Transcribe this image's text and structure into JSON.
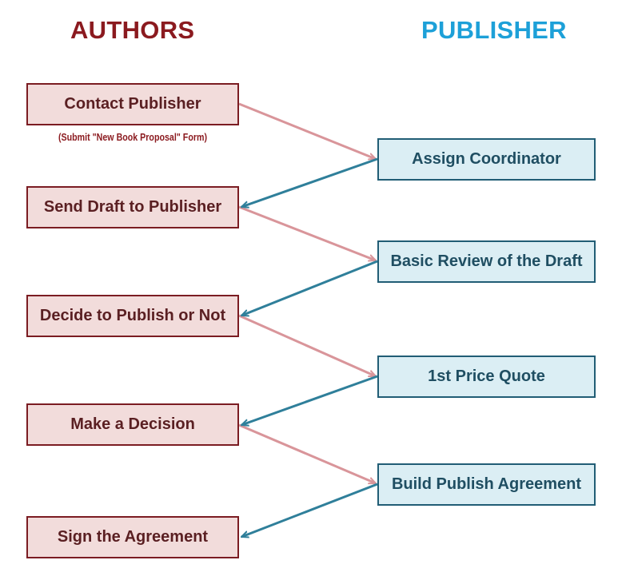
{
  "headings": {
    "authors": "AUTHORS",
    "publisher": "PUBLISHER"
  },
  "authors": {
    "steps": [
      "Contact Publisher",
      "Send Draft to Publisher",
      "Decide to Publish or Not",
      "Make a Decision",
      "Sign the Agreement"
    ],
    "note": "(Submit \"New Book Proposal\" Form)"
  },
  "publisher": {
    "steps": [
      "Assign Coordinator",
      "Basic Review of the Draft",
      "1st Price Quote",
      "Build Publish Agreement"
    ]
  },
  "colors": {
    "authors_heading": "#8b1a1f",
    "publisher_heading": "#1da0d8",
    "author_box_fill": "#f2dcdb",
    "author_box_border": "#7b1c22",
    "publisher_box_fill": "#dbeef4",
    "publisher_box_border": "#215d75",
    "author_to_publisher_arrow": "#d9959a",
    "publisher_to_author_arrow": "#2f7f9a"
  }
}
